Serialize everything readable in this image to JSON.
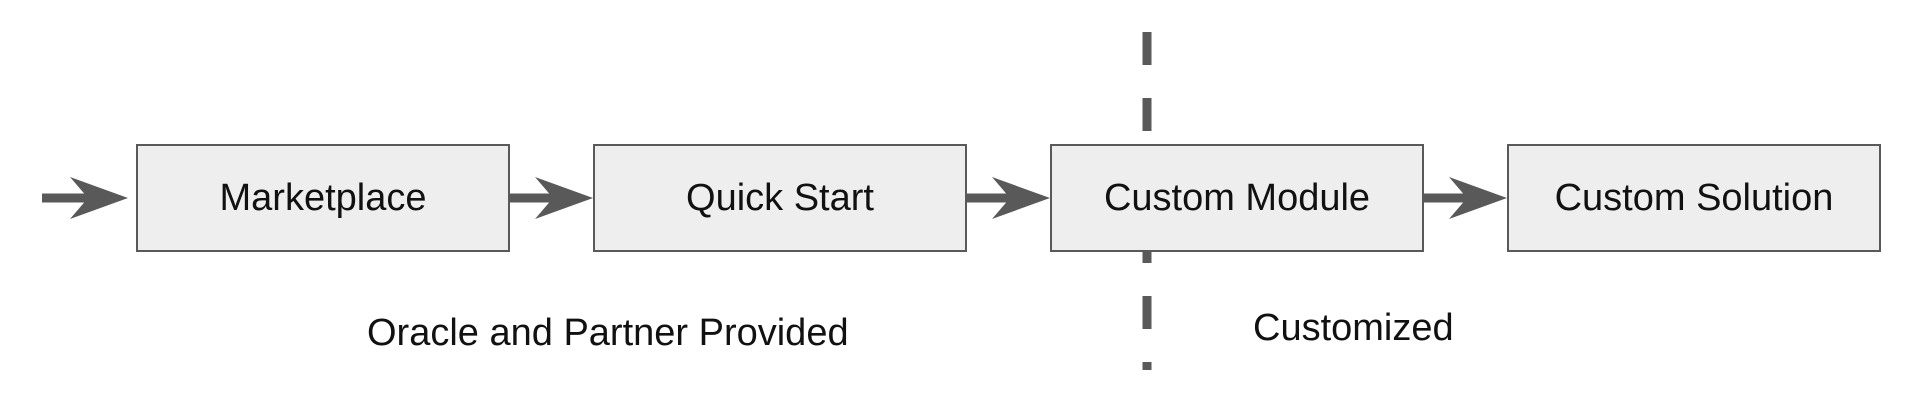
{
  "diagram": {
    "stages": [
      {
        "label": "Marketplace"
      },
      {
        "label": "Quick Start"
      },
      {
        "label": "Custom Module"
      },
      {
        "label": "Custom Solution"
      }
    ],
    "regions": {
      "provided": "Oracle and Partner Provided",
      "customized": "Customized"
    },
    "colors": {
      "box_fill": "#eeeeee",
      "box_border": "#595959",
      "arrow": "#595959",
      "divider": "#595959",
      "text": "#111111"
    }
  }
}
